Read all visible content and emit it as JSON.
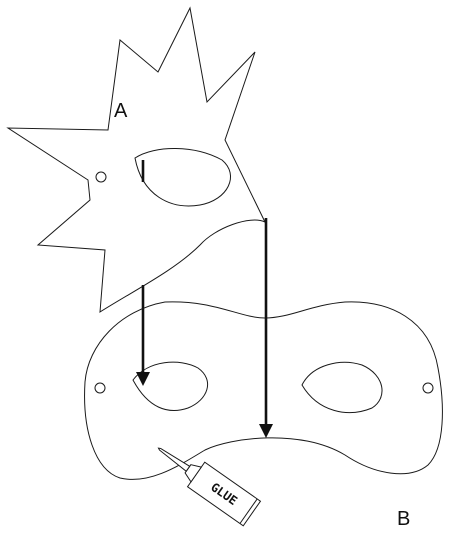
{
  "labels": {
    "mask_a": "A",
    "mask_b": "B"
  },
  "glue_tube": {
    "text": "GLUE"
  }
}
